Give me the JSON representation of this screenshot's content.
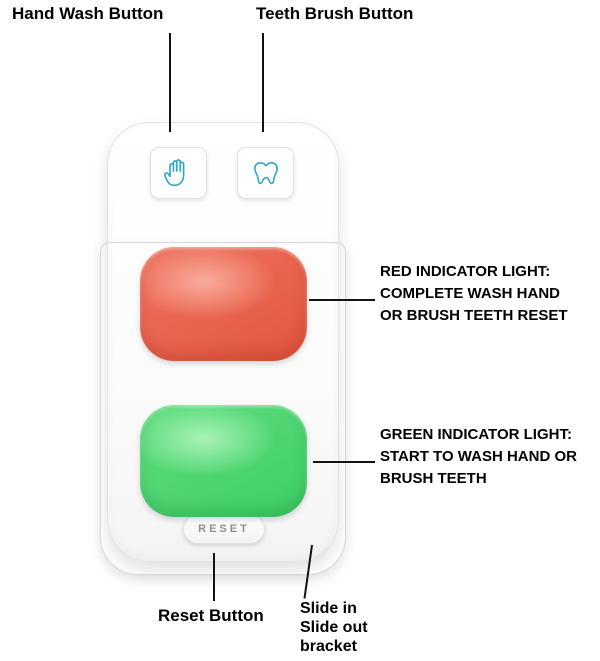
{
  "colors": {
    "red_light": "#ee6f5d",
    "red_light_dark": "#e2573f",
    "red_light_hi": "#f9ab9b",
    "green_light": "#5cdc7d",
    "green_light_dark": "#3fce66",
    "green_light_hi": "#a8f2b4",
    "icon_color": "#2fa7c7",
    "line_color": "#121212"
  },
  "annotations": {
    "hand_wash": {
      "label": "Hand Wash Button"
    },
    "teeth_brush": {
      "label": "Teeth Brush Button"
    },
    "red_indicator": {
      "lines": [
        "RED INDICATOR LIGHT:",
        "COMPLETE WASH HAND",
        "OR BRUSH TEETH RESET"
      ]
    },
    "green_indicator": {
      "lines": [
        "GREEN INDICATOR LIGHT:",
        "START TO WASH HAND OR",
        "BRUSH TEETH"
      ]
    },
    "reset": {
      "label": "Reset Button"
    },
    "bracket": {
      "lines": [
        "Slide in",
        "Slide out",
        "bracket"
      ]
    }
  },
  "device": {
    "reset_label": "RESET",
    "icons": {
      "hand": "hand-icon",
      "tooth": "tooth-icon"
    }
  }
}
